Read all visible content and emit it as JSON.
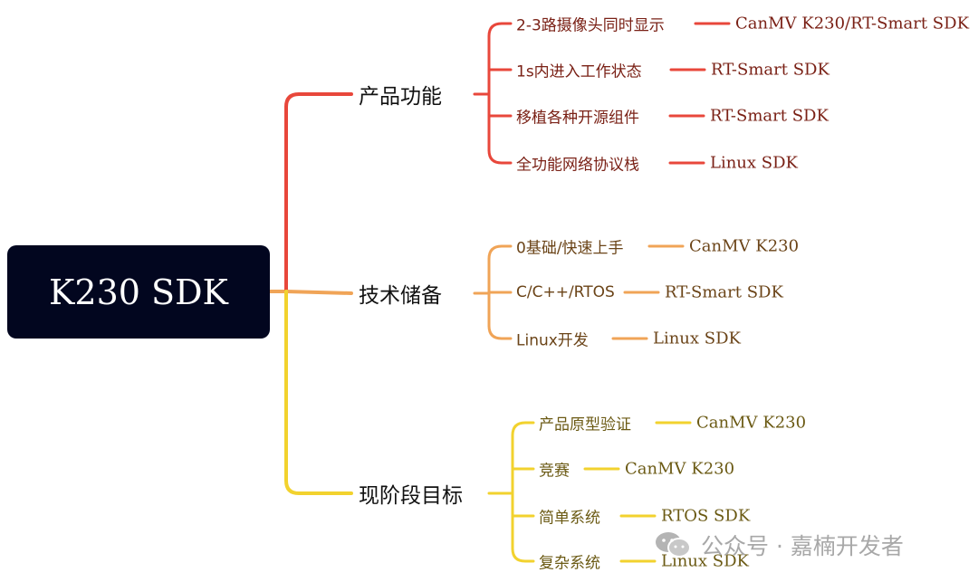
{
  "root": {
    "label": "K230 SDK"
  },
  "branches": [
    {
      "label": "产品功能",
      "color": "#e8473b",
      "leaves": [
        {
          "label": "2-3路摄像头同时显示",
          "sdk": "CanMV K230/RT-Smart SDK"
        },
        {
          "label": "1s内进入工作状态",
          "sdk": "RT-Smart SDK"
        },
        {
          "label": "移植各种开源组件",
          "sdk": "RT-Smart SDK"
        },
        {
          "label": "全功能网络协议栈",
          "sdk": "Linux SDK"
        }
      ]
    },
    {
      "label": "技术储备",
      "color": "#f0a457",
      "leaves": [
        {
          "label": "0基础/快速上手",
          "sdk": "CanMV K230"
        },
        {
          "label": "C/C++/RTOS",
          "sdk": "RT-Smart SDK"
        },
        {
          "label": "Linux开发",
          "sdk": "Linux SDK"
        }
      ]
    },
    {
      "label": "现阶段目标",
      "color": "#f2d22e",
      "leaves": [
        {
          "label": "产品原型验证",
          "sdk": "CanMV K230"
        },
        {
          "label": "竞赛",
          "sdk": "CanMV K230"
        },
        {
          "label": "简单系统",
          "sdk": "RTOS SDK"
        },
        {
          "label": "复杂系统",
          "sdk": "Linux SDK"
        }
      ]
    }
  ],
  "watermark": {
    "text": "公众号 · 嘉楠开发者",
    "icon": "wechat-icon"
  }
}
